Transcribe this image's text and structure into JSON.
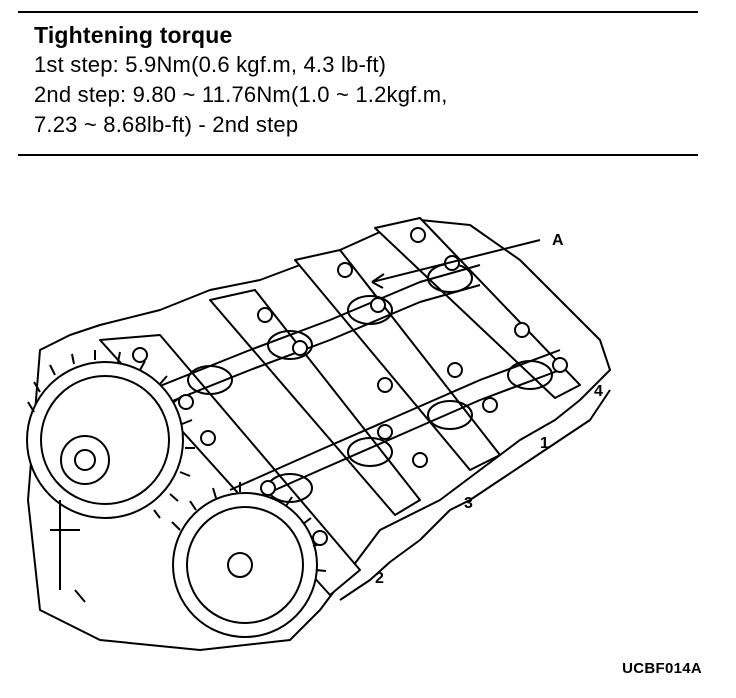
{
  "spec": {
    "heading": "Tightening torque",
    "lines": [
      "1st step:  5.9Nm(0.6 kgf.m, 4.3 lb-ft)",
      "2nd step:  9.80 ~ 11.76Nm(1.0 ~ 1.2kgf.m,",
      "7.23 ~ 8.68lb-ft) - 2nd step"
    ]
  },
  "figure": {
    "labels": {
      "a": "A",
      "n1": "1",
      "n2": "2",
      "n3": "3",
      "n4": "4"
    },
    "code": "UCBF014A"
  }
}
